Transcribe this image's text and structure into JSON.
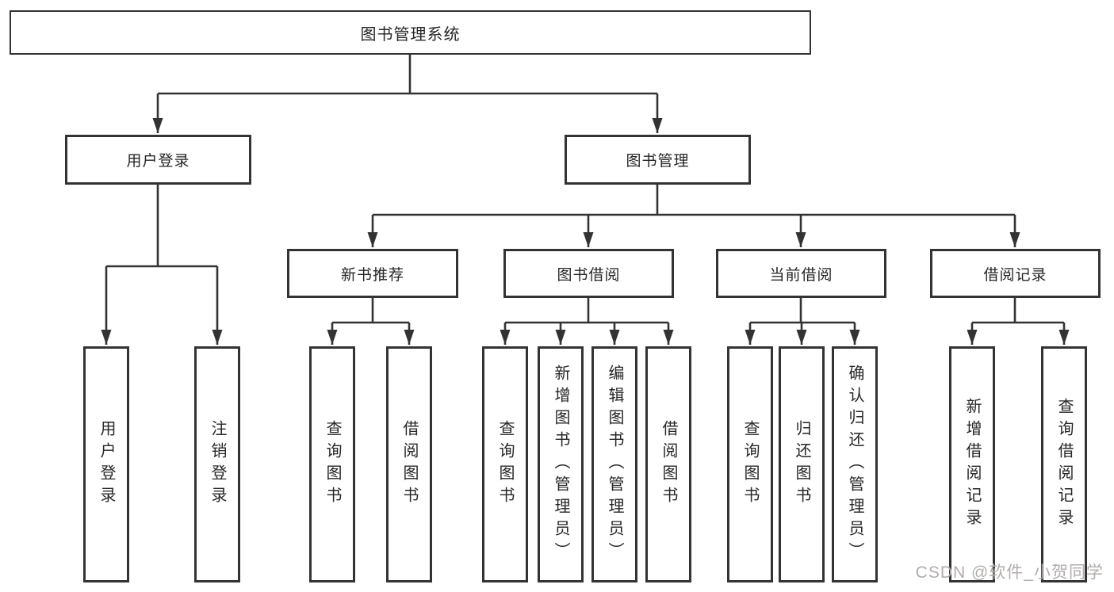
{
  "colors": {
    "line": "#333333",
    "text": "#262626",
    "box_background": "#ffffff",
    "watermark": "#b3acac"
  },
  "watermark": {
    "text": "CSDN @软件_小贺同学"
  },
  "tree": {
    "label": "图书管理系统",
    "children": [
      {
        "label": "用户登录",
        "children": [
          {
            "label": "用户登录"
          },
          {
            "label": "注销登录"
          }
        ]
      },
      {
        "label": "图书管理",
        "children": [
          {
            "label": "新书推荐",
            "children": [
              {
                "label": "查询图书"
              },
              {
                "label": "借阅图书"
              }
            ]
          },
          {
            "label": "图书借阅",
            "children": [
              {
                "label": "查询图书"
              },
              {
                "label": "新增图书（管理员）"
              },
              {
                "label": "编辑图书（管理员）"
              },
              {
                "label": "借阅图书"
              }
            ]
          },
          {
            "label": "当前借阅",
            "children": [
              {
                "label": "查询图书"
              },
              {
                "label": "归还图书"
              },
              {
                "label": "确认归还（管理员）"
              }
            ]
          },
          {
            "label": "借阅记录",
            "children": [
              {
                "label": "新增借阅记录"
              },
              {
                "label": "查询借阅记录"
              }
            ]
          }
        ]
      }
    ]
  }
}
